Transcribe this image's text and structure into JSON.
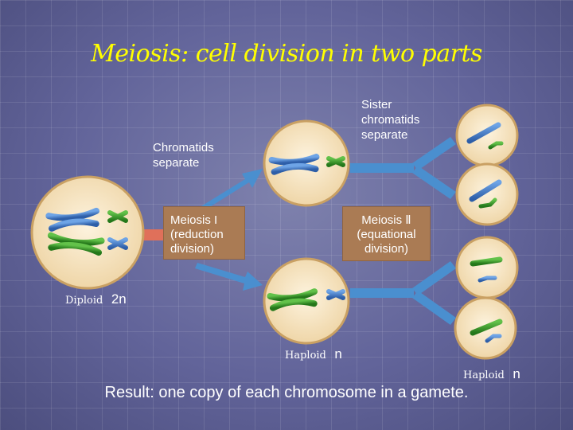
{
  "title": "Meiosis:   cell division in two parts",
  "labels": {
    "chromatids_separate": "Chromatids\nseparate",
    "sister_chromatids_separate": "Sister\nchromatids\nseparate",
    "meiosis1": "Meiosis I\n(reduction\ndivision)",
    "meiosis2": "Meiosis Ⅱ\n(equational\ndivision)",
    "diploid_word": "Diploid",
    "diploid_value": "2n",
    "haploid_word_1": "Haploid",
    "haploid_value_1": "n",
    "haploid_word_2": "Haploid",
    "haploid_value_2": "n",
    "result": "Result:  one copy of each chromosome in a gamete."
  },
  "colors": {
    "title": "#ffff00",
    "arrow": "#4a8fcf",
    "left_connector": "#e0705a",
    "box": "#aa7b54",
    "cell_fill": "#f7e6c8",
    "cell_border": "#c9a063",
    "chromosome_blue": "#3a73c2",
    "chromosome_green": "#3a9a2a"
  }
}
